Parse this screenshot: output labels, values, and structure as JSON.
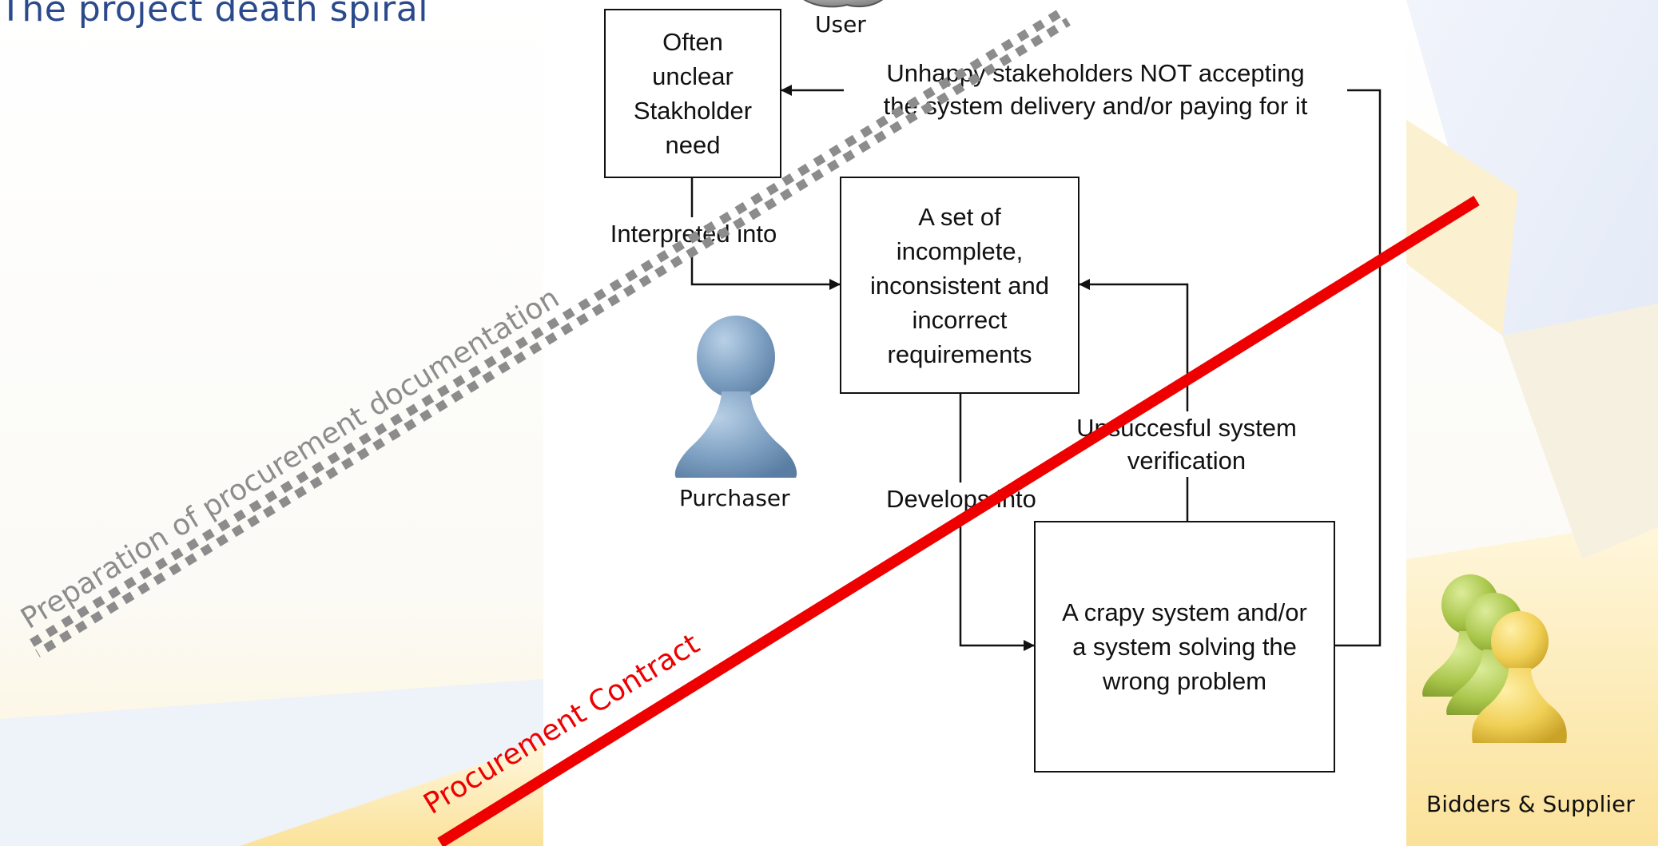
{
  "slide": {
    "title": "The project death spiral"
  },
  "roles": {
    "user": "User",
    "purchaser": "Purchaser",
    "bidders": "Bidders & Supplier"
  },
  "boxes": {
    "stakeholder_need": "Often\nunclear\nStakholder\nneed",
    "requirements": "A set of\nincomplete,\ninconsistent and\nincorrect\nrequirements",
    "system": "A crapy system and/or\na system solving the\nwrong problem"
  },
  "edges": {
    "interpreted": "Interpreted into",
    "develops": "Develops into",
    "verification": "Unsuccesful system\nverification",
    "unhappy": "Unhappy stakeholders NOT accepting\nthe system delivery and/or paying for it"
  },
  "overlays": {
    "preparation": "Preparation of procurement documentation",
    "contract": "Procurement Contract"
  },
  "colors": {
    "title": "#2b4a8c",
    "contract_line": "#ee0000",
    "preparation_line": "#8c8c8c",
    "purchaser_icon": "#7d9fc1",
    "bidders_icon_front": "#f0cf55",
    "bidders_icon_back": "#a9c64a"
  },
  "icons": {
    "user": "person-icon",
    "purchaser": "person-icon",
    "bidders": "group-icon"
  }
}
